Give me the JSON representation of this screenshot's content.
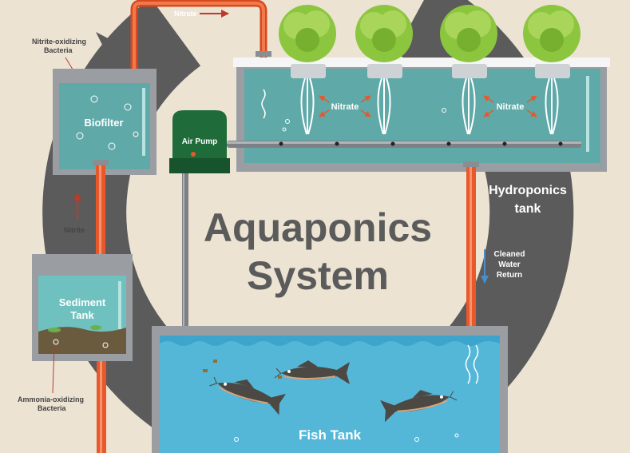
{
  "title": {
    "line1": "Aquaponics",
    "line2": "System"
  },
  "labels": {
    "nitrate_top": "Nitrate",
    "nitrite_bacteria_1": "Nitrite-oxidizing",
    "nitrite_bacteria_2": "Bacteria",
    "biofilter": "Biofilter",
    "air_pump": "Air Pump",
    "nitrate_left": "Nitrate",
    "nitrate_right": "Nitrate",
    "hydroponics_1": "Hydroponics",
    "hydroponics_2": "tank",
    "nitrite": "Nitrite",
    "cleaned_1": "Cleaned",
    "cleaned_2": "Water",
    "cleaned_3": "Return",
    "sediment_1": "Sediment",
    "sediment_2": "Tank",
    "ammonia_1": "Ammonia-oxidizing",
    "ammonia_2": "Bacteria",
    "fish_tank": "Fish Tank"
  },
  "colors": {
    "background": "#ece3d3",
    "cycle_arrow": "#5b5b5b",
    "pipe": "#e8582a",
    "water": "#6fc1c0",
    "fish_water": "#55b7d8",
    "pump": "#1f6b3a",
    "frame": "#9a9ea3",
    "title": "#5b5b5b",
    "lettuce": "#8cc63f"
  },
  "icons": [
    "lettuce-icon",
    "fish-icon",
    "air-pump-icon",
    "bubble-icon",
    "arrow-icon"
  ]
}
